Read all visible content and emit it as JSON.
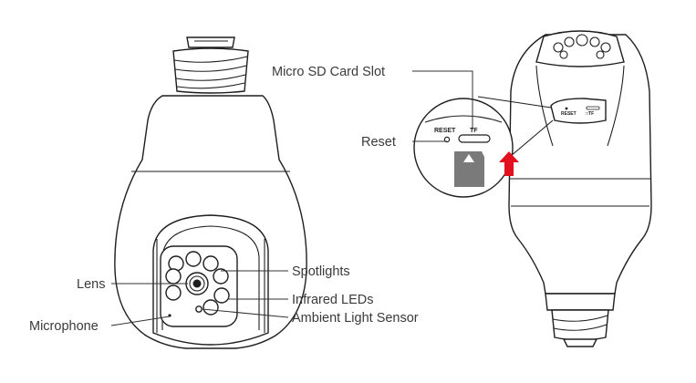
{
  "labels": {
    "micro_sd_card_slot": "Micro SD Card Slot",
    "reset": "Reset",
    "spotlights": "Spotlights",
    "lens": "Lens",
    "infrared_leds": "Infrared LEDs",
    "microphone": "Microphone",
    "ambient_light_sensor": "Ambient Light Sensor"
  },
  "slot_markings": {
    "reset": "RESET",
    "tf": "TF"
  },
  "colors": {
    "outline": "#1e1e1e",
    "label_text": "#3a3a3a",
    "arrow": "#e3101d",
    "sd_card": "#7a7a7a"
  }
}
